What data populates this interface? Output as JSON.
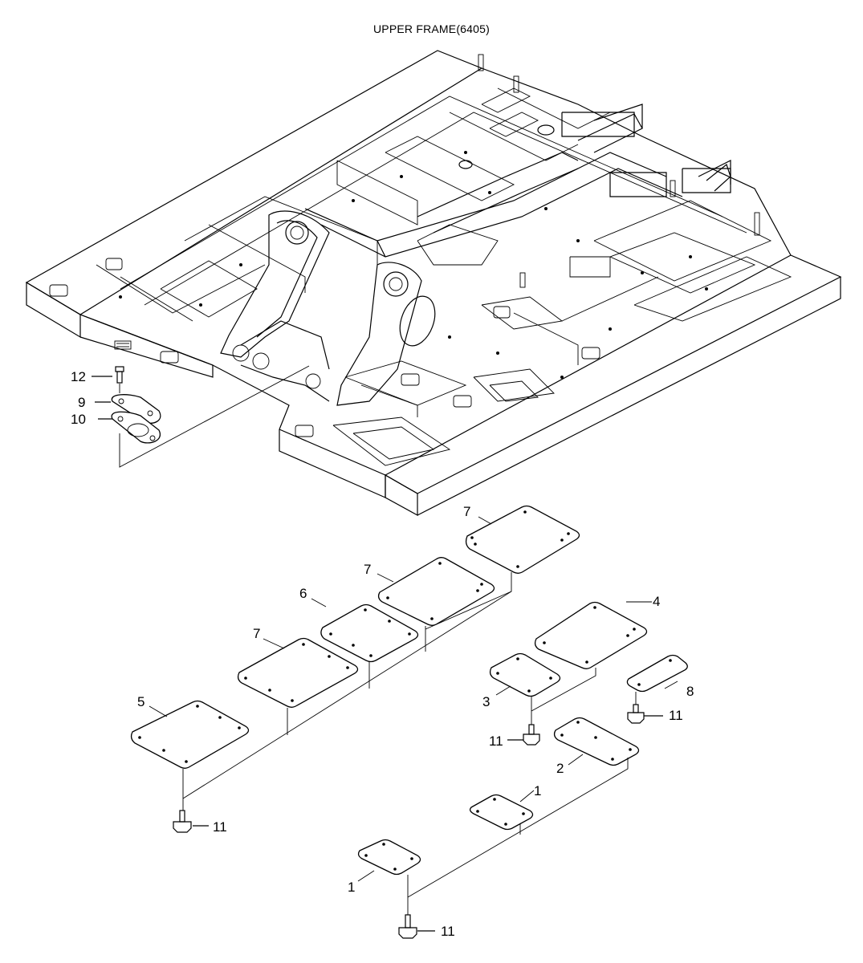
{
  "title": "UPPER FRAME(6405)",
  "callouts": {
    "c12": "12",
    "c9": "9",
    "c10": "10",
    "c7a": "7",
    "c7b": "7",
    "c6": "6",
    "c7c": "7",
    "c4": "4",
    "c5": "5",
    "c3": "3",
    "c8": "8",
    "c11a": "11",
    "c11b": "11",
    "c2": "2",
    "c11c": "11",
    "c1a": "1",
    "c1b": "1",
    "c11d": "11"
  }
}
